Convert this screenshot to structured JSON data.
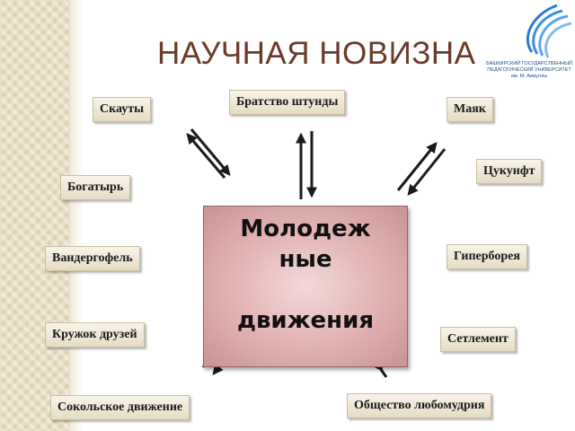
{
  "slide": {
    "title": "НАУЧНАЯ НОВИЗНА",
    "center_label": "Молодеж\nные\n\nдвижения",
    "logo_caption": "БАШКИРСКИЙ ГОСУДАРСТВЕННЫЙ ПЕДАГОГИЧЕСКИЙ УНИВЕРСИТЕТ им. М. Акмуллы"
  },
  "nodes": [
    "Скауты",
    "Братство штунды",
    "Маяк",
    "Цукунфт",
    "Богатырь",
    "Вандергофель",
    "Гиперборея",
    "Кружок друзей",
    "Сетлемент",
    "Сокольское движение",
    "Общество любомудрия"
  ],
  "colors": {
    "title": "#6b3a2a",
    "center_fill": "#e0b1b1",
    "box_fill": "#efe7d3",
    "stripe": "#e9dfc4",
    "arrow": "#1a1a1a"
  }
}
